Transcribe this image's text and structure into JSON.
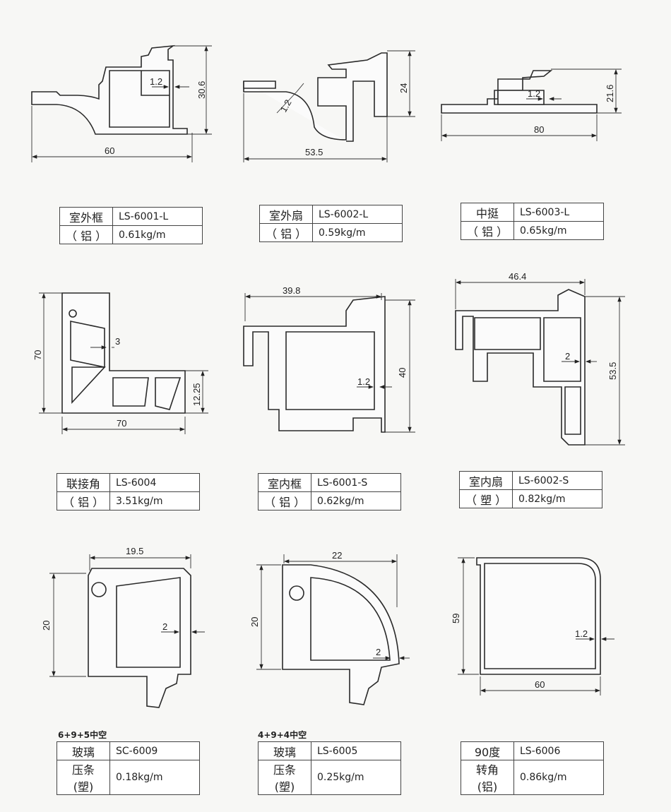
{
  "profiles": [
    {
      "name_line1": "室外框",
      "name_line2": "（ 铝 ）",
      "code": "LS-6001-L",
      "weight": "0.61kg/m",
      "dims": [
        "1.2",
        "30.6",
        "60"
      ]
    },
    {
      "name_line1": "室外扇",
      "name_line2": "（ 铝 ）",
      "code": "LS-6002-L",
      "weight": "0.59kg/m",
      "dims": [
        "1.2",
        "24",
        "53.5"
      ]
    },
    {
      "name_line1": "中挺",
      "name_line2": "（ 铝 ）",
      "code": "LS-6003-L",
      "weight": "0.65kg/m",
      "dims": [
        "1.2",
        "21.6",
        "80"
      ]
    },
    {
      "name_line1": "联接角",
      "name_line2": "（ 铝 ）",
      "code": "LS-6004",
      "weight": "3.51kg/m",
      "dims": [
        "3",
        "70",
        "12.25",
        "70"
      ]
    },
    {
      "name_line1": "室内框",
      "name_line2": "（ 铝 ）",
      "code": "LS-6001-S",
      "weight": "0.62kg/m",
      "dims": [
        "39.8",
        "40",
        "1.2"
      ]
    },
    {
      "name_line1": "室内扇",
      "name_line2": "（ 塑 ）",
      "code": "LS-6002-S",
      "weight": "0.82kg/m",
      "dims": [
        "46.4",
        "2",
        "53.5"
      ]
    },
    {
      "caption": "6+9+5中空",
      "name_line1": "玻璃",
      "name_line2": "压条(塑)",
      "code": "SC-6009",
      "weight": "0.18kg/m",
      "dims": [
        "19.5",
        "20",
        "2"
      ]
    },
    {
      "caption": "4+9+4中空",
      "name_line1": "玻璃",
      "name_line2": "压条(塑)",
      "code": "LS-6005",
      "weight": "0.25kg/m",
      "dims": [
        "22",
        "20",
        "2"
      ]
    },
    {
      "name_line1": "90度",
      "name_line2": "转角(铝)",
      "code": "LS-6006",
      "weight": "0.86kg/m",
      "dims": [
        "59",
        "1.2",
        "60"
      ]
    }
  ]
}
